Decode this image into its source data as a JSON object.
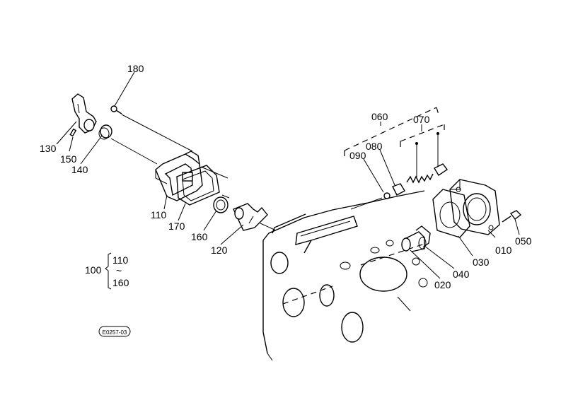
{
  "part_labels": {
    "p180": "180",
    "p130": "130",
    "p150": "150",
    "p140": "140",
    "p110": "110",
    "p170": "170",
    "p160": "160",
    "p120": "120",
    "p060": "060",
    "p070": "070",
    "p080": "080",
    "p090": "090",
    "p010": "010",
    "p050": "050",
    "p030": "030",
    "p040": "040",
    "p020": "020"
  },
  "assembly_group": {
    "number": "100",
    "range_start": "110",
    "range_sep": "~",
    "range_end": "160"
  },
  "drawing_code": "E0257-03"
}
